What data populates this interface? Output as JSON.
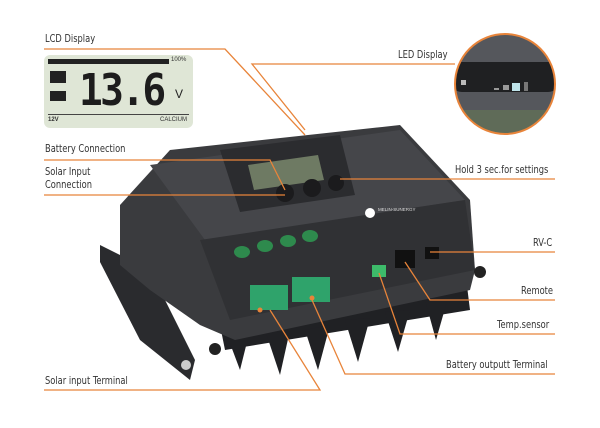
{
  "labels": {
    "lcd_display": "LCD Display",
    "battery_connection": "Battery Connection",
    "solar_input_connection_1": "Solar Input",
    "solar_input_connection_2": "Connection",
    "led_display": "LED Display",
    "hold_settings": "Hold 3 sec.for settings",
    "rv_c": "RV-C",
    "remote": "Remote",
    "temp_sensor": "Temp.sensor",
    "battery_output_terminal": "Battery outputt Terminal",
    "solar_input_terminal": "Solar input Terminal"
  },
  "lcd": {
    "percent": "100%",
    "reading": "13.6",
    "unit": "V",
    "system_voltage": "12V",
    "battery_type": "CALCIUM"
  },
  "logo_text": "MELIN-SUNERGY",
  "colors": {
    "accent": "#e8843a",
    "body": "#3a3b3e",
    "lcd": "#dfe6d6",
    "terminal": "#2fa36b"
  }
}
